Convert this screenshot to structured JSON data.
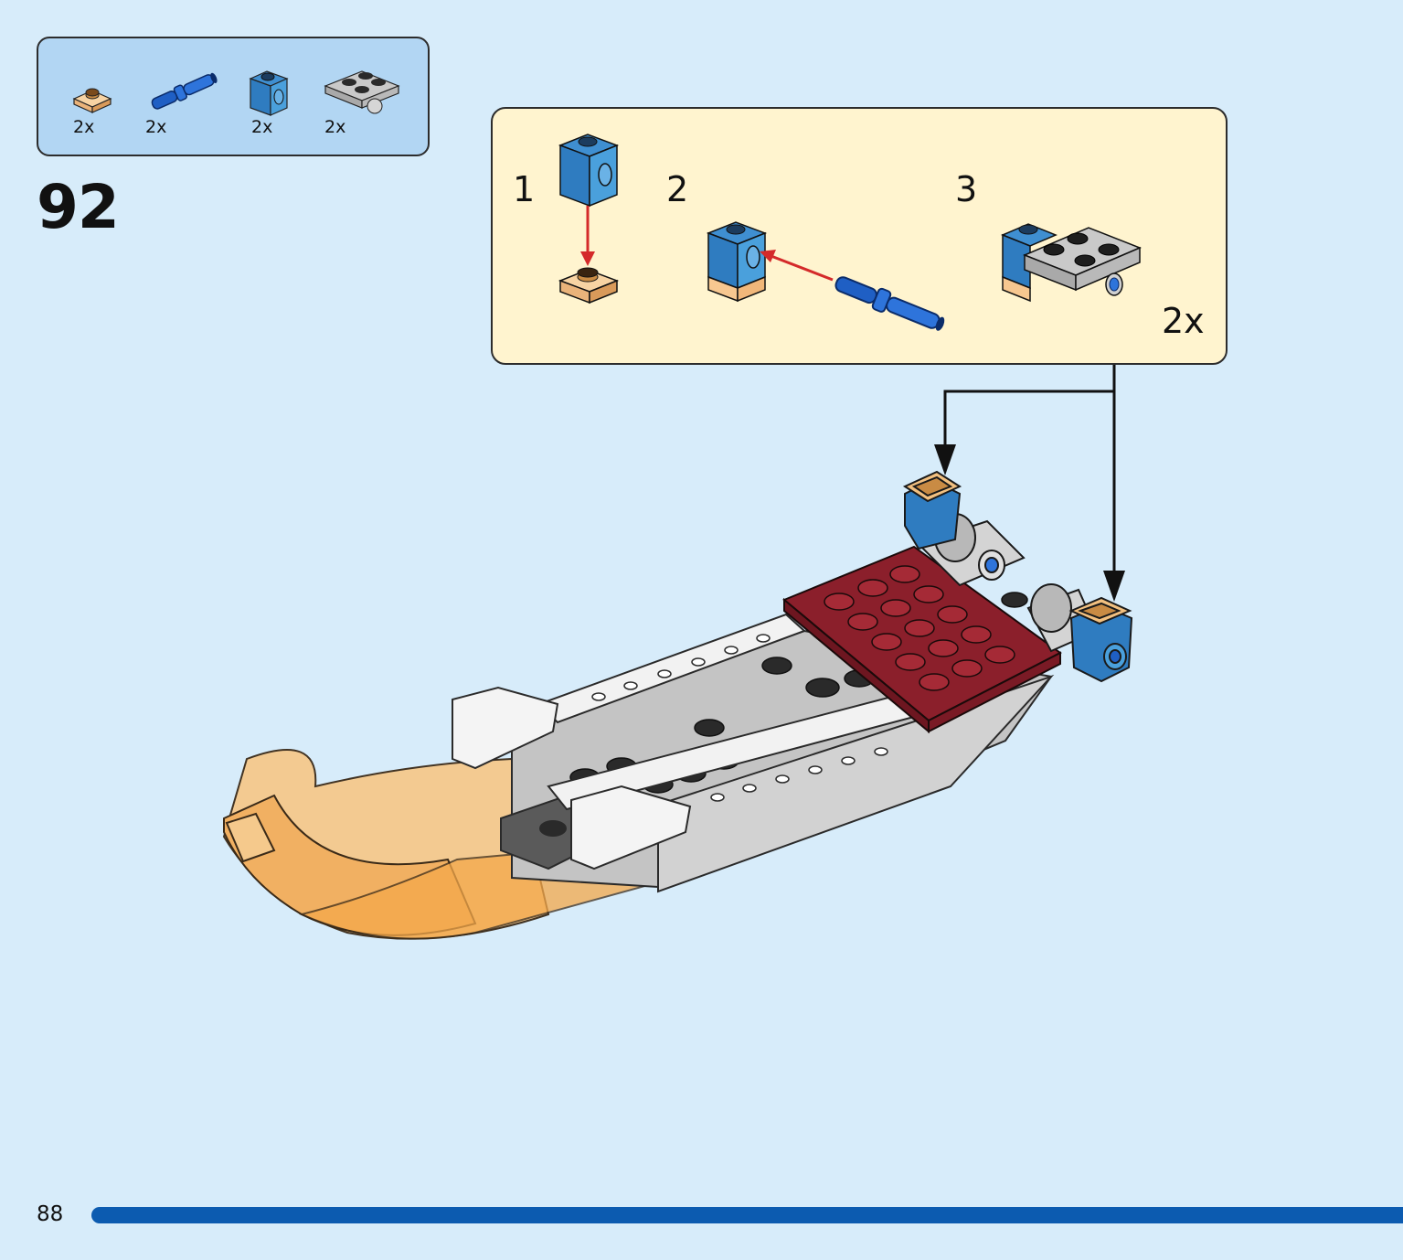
{
  "parts_list": {
    "items": [
      {
        "icon": "tan-plate-1x1-icon",
        "qty": "2x"
      },
      {
        "icon": "blue-pin-icon",
        "qty": "2x"
      },
      {
        "icon": "blue-technic-brick-icon",
        "qty": "2x"
      },
      {
        "icon": "gray-plate-2x2-icon",
        "qty": "2x"
      }
    ]
  },
  "step": {
    "number": "92"
  },
  "subassembly": {
    "steps": [
      {
        "number": "1"
      },
      {
        "number": "2"
      },
      {
        "number": "3"
      }
    ],
    "multiplier": "2x"
  },
  "footer": {
    "page_number": "88",
    "progress": 1.0
  },
  "colors": {
    "background": "#d7ecfa",
    "parts_box": "#b2d6f3",
    "subassembly_box": "#fff4cf",
    "progress_bar": "#0c5bb0",
    "arrow_red": "#d42a2a"
  }
}
